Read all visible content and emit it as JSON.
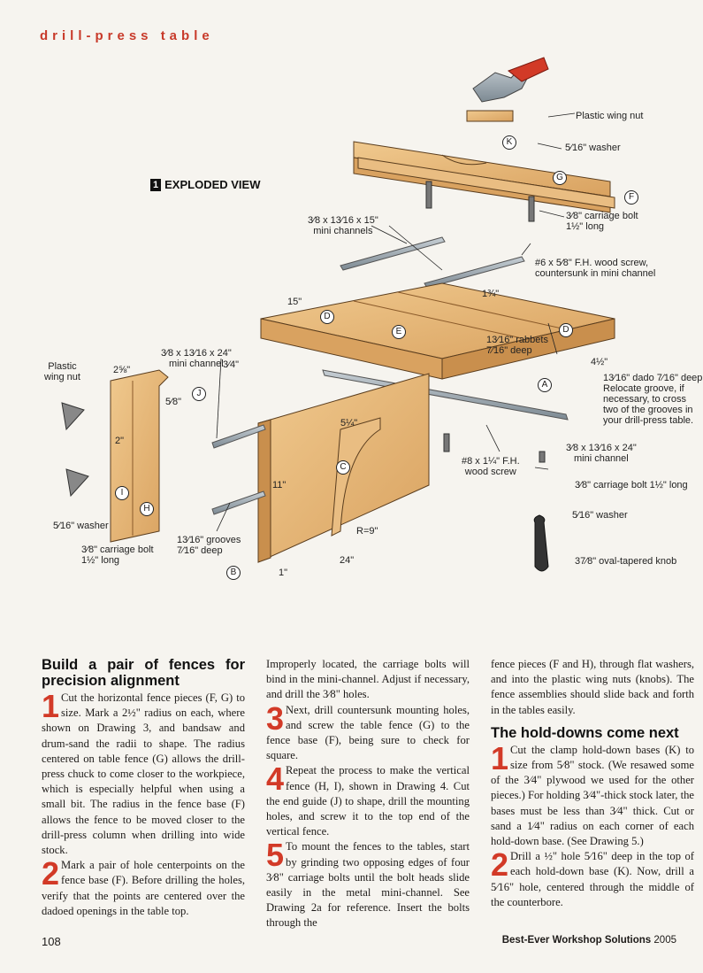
{
  "header": {
    "section": "drill-press table"
  },
  "figure": {
    "badge": "1",
    "title": "EXPLODED VIEW",
    "parts": [
      "A",
      "B",
      "C",
      "D",
      "D",
      "E",
      "F",
      "G",
      "H",
      "I",
      "J",
      "K"
    ],
    "labels": {
      "plastic_wing_nut_top": "Plastic wing nut",
      "washer_top": "5⁄16\" washer",
      "carriage_bolt_top": "3⁄8\" carriage bolt\n1½\" long",
      "mini_channels_15": "3⁄8 x 13⁄16 x 15\"\nmini channels",
      "wood_screw_6": "#6 x 5⁄8\" F.H. wood screw,\ncountersunk in mini channel",
      "dim_15": "15\"",
      "dim_1_3_4": "1¾\"",
      "rabbets": "13⁄16\" rabbets\n7⁄16\" deep",
      "dim_4_1_2": "4½\"",
      "dado": "13⁄16\" dado 7⁄16\" deep\nRelocate groove, if\nnecessary, to cross\ntwo of the grooves in\nyour drill-press table.",
      "mini_channel_24_left": "3⁄8 x 13⁄16 x 24\"\nmini channel",
      "dim_3_4": "3⁄4\"",
      "plastic_wing_nut_left": "Plastic\nwing nut",
      "dim_2_5_8": "2⅝\"",
      "dim_5_8": "5⁄8\"",
      "dim_2": "2\"",
      "dim_5_1_4": "5¼\"",
      "dim_11": "11\"",
      "wood_screw_8": "#8 x 1¼\" F.H.\nwood screw",
      "mini_channel_24_right": "3⁄8 x 13⁄16 x 24\"\nmini channel",
      "carriage_bolt_right": "3⁄8\" carriage bolt 1½\" long",
      "washer_right": "5⁄16\" washer",
      "washer_left": "5⁄16\" washer",
      "carriage_bolt_left": "3⁄8\" carriage bolt\n1½\" long",
      "grooves": "13⁄16\" grooves\n7⁄16\" deep",
      "radius": "R=9\"",
      "dim_1": "1\"",
      "dim_24": "24\"",
      "knob": "37⁄8\" oval-tapered knob"
    }
  },
  "article": {
    "heading1": "Build a pair of fences for precision alignment",
    "heading2": "The hold-downs come next",
    "col1": [
      {
        "num": "1",
        "text": "Cut the horizontal fence pieces (F, G) to size. Mark a 2½\" radius on each, where shown on Drawing 3, and bandsaw and drum-sand the radii to shape. The radius centered on table fence (G) allows the drill-press chuck to come closer to the workpiece, which is especially helpful when using a small bit. The radius in the fence base (F) allows the fence to be moved closer to the drill-press column when drilling into wide stock."
      },
      {
        "num": "2",
        "text": "Mark a pair of hole centerpoints on the fence base (F). Before drilling the holes, verify that the points are centered over the dadoed openings in the table top."
      }
    ],
    "col2": [
      {
        "num": "",
        "text": "Improperly located, the carriage bolts will bind in the mini-channel. Adjust if necessary, and drill the 3⁄8\" holes."
      },
      {
        "num": "3",
        "text": "Next, drill countersunk mounting holes, and screw the table fence (G) to the fence base (F), being sure to check for square."
      },
      {
        "num": "4",
        "text": "Repeat the process to make the vertical fence (H, I), shown in Drawing 4. Cut the end guide (J) to shape, drill the mounting holes, and screw it to the top end of the vertical fence."
      },
      {
        "num": "5",
        "text": "To mount the fences to the tables, start by grinding two opposing edges of four 3⁄8\" carriage bolts until the bolt heads slide easily in the metal mini-channel. See Drawing 2a for reference. Insert the bolts through the"
      }
    ],
    "col3a": [
      {
        "num": "",
        "text": "fence pieces (F and H), through flat washers, and into the plastic wing nuts (knobs). The fence assemblies should slide back and forth in the tables easily."
      }
    ],
    "col3b": [
      {
        "num": "1",
        "text": "Cut the clamp hold-down bases (K) to size from 5⁄8\" stock. (We resawed some of the 3⁄4\" plywood we used for the other pieces.) For holding 3⁄4\"-thick stock later, the bases must be less than 3⁄4\" thick. Cut or sand a 1⁄4\" radius on each corner of each hold-down base. (See Drawing 5.)"
      },
      {
        "num": "2",
        "text": "Drill a ½\" hole 5⁄16\" deep in the top of each hold-down base (K). Now, drill a 5⁄16\" hole, centered through the middle of the counterbore."
      }
    ]
  },
  "footer": {
    "page": "108",
    "publication": "Best-Ever Workshop Solutions",
    "year": "2005"
  },
  "colors": {
    "accent": "#d23a27",
    "wood": "#e6b97c",
    "wood_dark": "#c98f4d",
    "metal": "#9aa5ad"
  }
}
